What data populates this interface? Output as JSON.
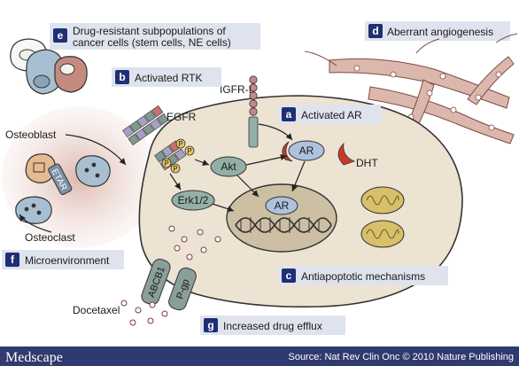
{
  "labels": {
    "e": {
      "letter": "e",
      "line1": "Drug-resistant subpopulations of",
      "line2": "cancer cells (stem cells, NE cells)"
    },
    "d": {
      "letter": "d",
      "text": "Aberrant angiogenesis"
    },
    "b": {
      "letter": "b",
      "text": "Activated RTK"
    },
    "a": {
      "letter": "a",
      "text": "Activated AR"
    },
    "f": {
      "letter": "f",
      "text": "Microenvironment"
    },
    "c": {
      "letter": "c",
      "text": "Antiapoptotic mechanisms"
    },
    "g": {
      "letter": "g",
      "text": "Increased drug efflux"
    }
  },
  "components": {
    "egfr": "EGFR",
    "igfr": "IGFR-I",
    "akt": "Akt",
    "erk": "Erk1/2",
    "ar_cyto": "AR",
    "ar_nuc": "AR",
    "dht": "DHT",
    "osteoblast": "Osteoblast",
    "osteoclast": "Osteoclast",
    "etar": "ETAR",
    "abcb1": "ABCB1",
    "pgp": "P-gp",
    "docetaxel": "Docetaxel",
    "phospho": "P"
  },
  "footer": {
    "brand": "Medscape",
    "source": "Source: Nat Rev Clin Onc © 2010 Nature Publishing"
  },
  "colors": {
    "cell_fill": "#ede3d3",
    "label_bg": "#dfe3ee",
    "letter_bg": "#1f2f73",
    "footer_bg": "#2f3a6e",
    "akt_fill": "#93afa7",
    "ar_fill": "#aec2de",
    "dht_fill": "#c63a2a",
    "vessel_fill": "#dcb7ae"
  }
}
